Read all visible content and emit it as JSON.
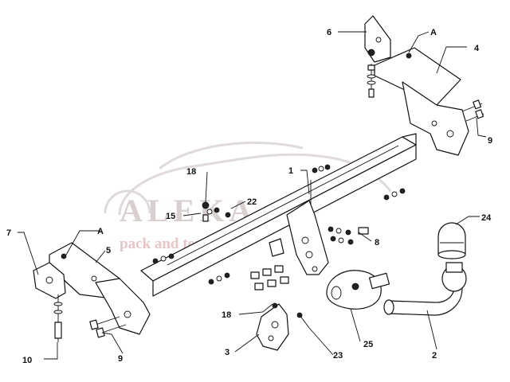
{
  "watermark": {
    "brand": "ALEKA",
    "tagline": "pack and towbar"
  },
  "callouts": [
    {
      "id": "c1",
      "text": "1"
    },
    {
      "id": "c2",
      "text": "2"
    },
    {
      "id": "c3",
      "text": "3"
    },
    {
      "id": "c4",
      "text": "4"
    },
    {
      "id": "c5",
      "text": "5"
    },
    {
      "id": "c6",
      "text": "6"
    },
    {
      "id": "c7",
      "text": "7"
    },
    {
      "id": "c8",
      "text": "8"
    },
    {
      "id": "c9a",
      "text": "9"
    },
    {
      "id": "c9b",
      "text": "9"
    },
    {
      "id": "c10",
      "text": "10"
    },
    {
      "id": "c15",
      "text": "15"
    },
    {
      "id": "c18a",
      "text": "18"
    },
    {
      "id": "c18b",
      "text": "18"
    },
    {
      "id": "c22",
      "text": "22"
    },
    {
      "id": "c23",
      "text": "23"
    },
    {
      "id": "c24",
      "text": "24"
    },
    {
      "id": "c25",
      "text": "25"
    },
    {
      "id": "cAa",
      "text": "A"
    },
    {
      "id": "cAb",
      "text": "A"
    }
  ]
}
